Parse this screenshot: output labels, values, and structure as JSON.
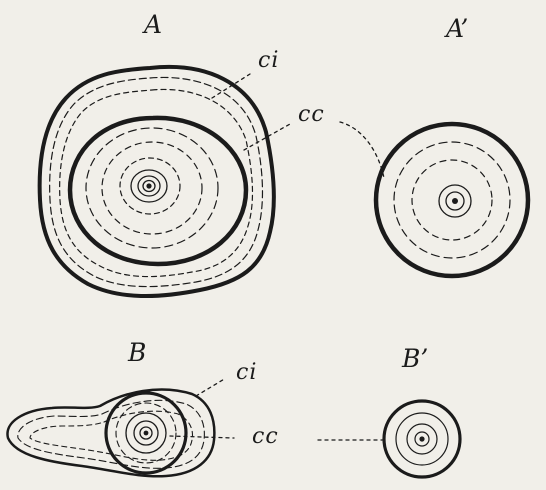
{
  "labels": {
    "a": "A",
    "a_prime": "A’",
    "b": "B",
    "b_prime": "B’",
    "ci_top": "ci",
    "cc_top": "cc",
    "ci_bottom": "ci",
    "cc_bottom": "cc"
  },
  "colors": {
    "ink": "#1b1b1b",
    "paper": "#f1efe9"
  }
}
